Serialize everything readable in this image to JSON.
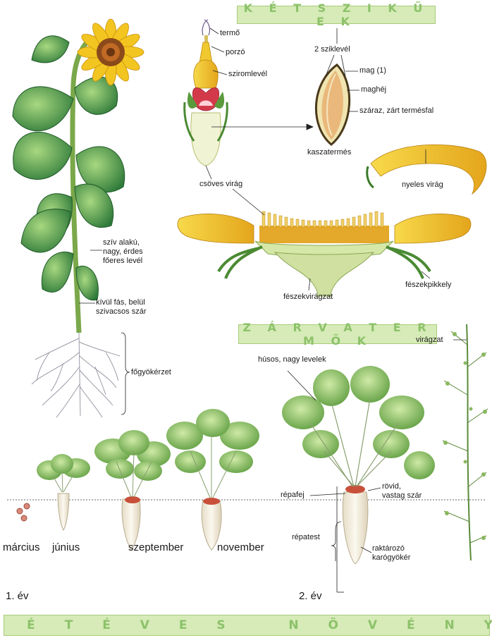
{
  "banners": {
    "dicots": "K É T S Z I K Ű E K",
    "angiosperms": "Z Á R V A T E R M Ő K",
    "biennial": "K É T É V E S   N Ö V É N Y"
  },
  "sunflower": {
    "heart_leaf": "szív alakú,\nnagy, érdes\nfőeres levél",
    "stem": "kívül fás, belül\nszivacsos szár",
    "root": "főgyökérzet"
  },
  "flower": {
    "pistil": "termő",
    "stamen": "porzó",
    "petal": "sziromlevél",
    "tubular": "csöves virág",
    "ray": "nyeles virág",
    "head": "fészekvirágzat",
    "bract": "fészekpikkely"
  },
  "fruit": {
    "cotyledons": "2 sziklevél",
    "seed": "mag (1)",
    "seedcoat": "maghéj",
    "wall": "száraz, zárt termésfal",
    "achene": "kaszatermés"
  },
  "beet": {
    "leaves": "húsos, nagy levelek",
    "inflorescence": "virágzat",
    "crown": "répafej",
    "short_stem": "rövid,\nvastag szár",
    "body": "répatest",
    "storage_root": "raktározó\nkarógyökér"
  },
  "months": [
    "március",
    "június",
    "szeptember",
    "november"
  ],
  "years": {
    "first": "1. év",
    "second": "2. év"
  },
  "colors": {
    "banner_bg": "#d6ebb7",
    "banner_text": "#8cc26a",
    "leaf_dark": "#2f7a3a",
    "leaf_light": "#7dbf5a",
    "petal_yellow": "#f3c520",
    "root_white": "#f4efe2"
  }
}
